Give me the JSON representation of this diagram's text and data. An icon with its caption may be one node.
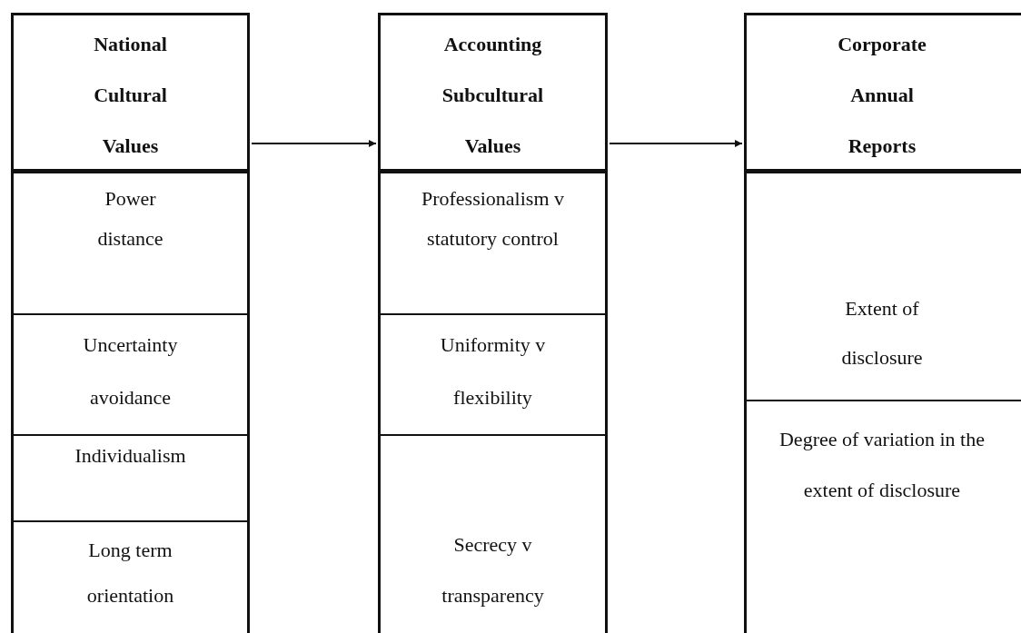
{
  "diagram": {
    "nodes": [
      {
        "text": [
          "National Cultural Values"
        ]
      },
      {
        "text": [
          "Power distance"
        ],
        "in": 0
      },
      {
        "text": [
          "Uncertainty avoidance"
        ],
        "in": 0
      },
      {
        "text": [
          "Individualism"
        ],
        "in": 0
      },
      {
        "text": [
          "Long term orientation"
        ],
        "in": 0
      },
      {
        "text": [
          "Accounting Subcultural Values"
        ]
      },
      {
        "text": [
          "Professionalism v statutory control"
        ],
        "in": 5
      },
      {
        "text": [
          "Uniformity v flexibility"
        ],
        "in": 5
      },
      {
        "text": [
          "Secrecy v transparency"
        ],
        "in": 5
      },
      {
        "text": [
          "Corporate Annual Reports"
        ]
      },
      {
        "text": [
          "Extent of disclosure"
        ],
        "in": 9
      },
      {
        "text": [
          "Degree of variation in the extent of disclosure"
        ],
        "in": 9
      }
    ],
    "edges": [
      {
        "from": 0,
        "to": 5,
        "arrow": "to"
      },
      {
        "from": 5,
        "to": 9,
        "arrow": "to"
      }
    ]
  }
}
